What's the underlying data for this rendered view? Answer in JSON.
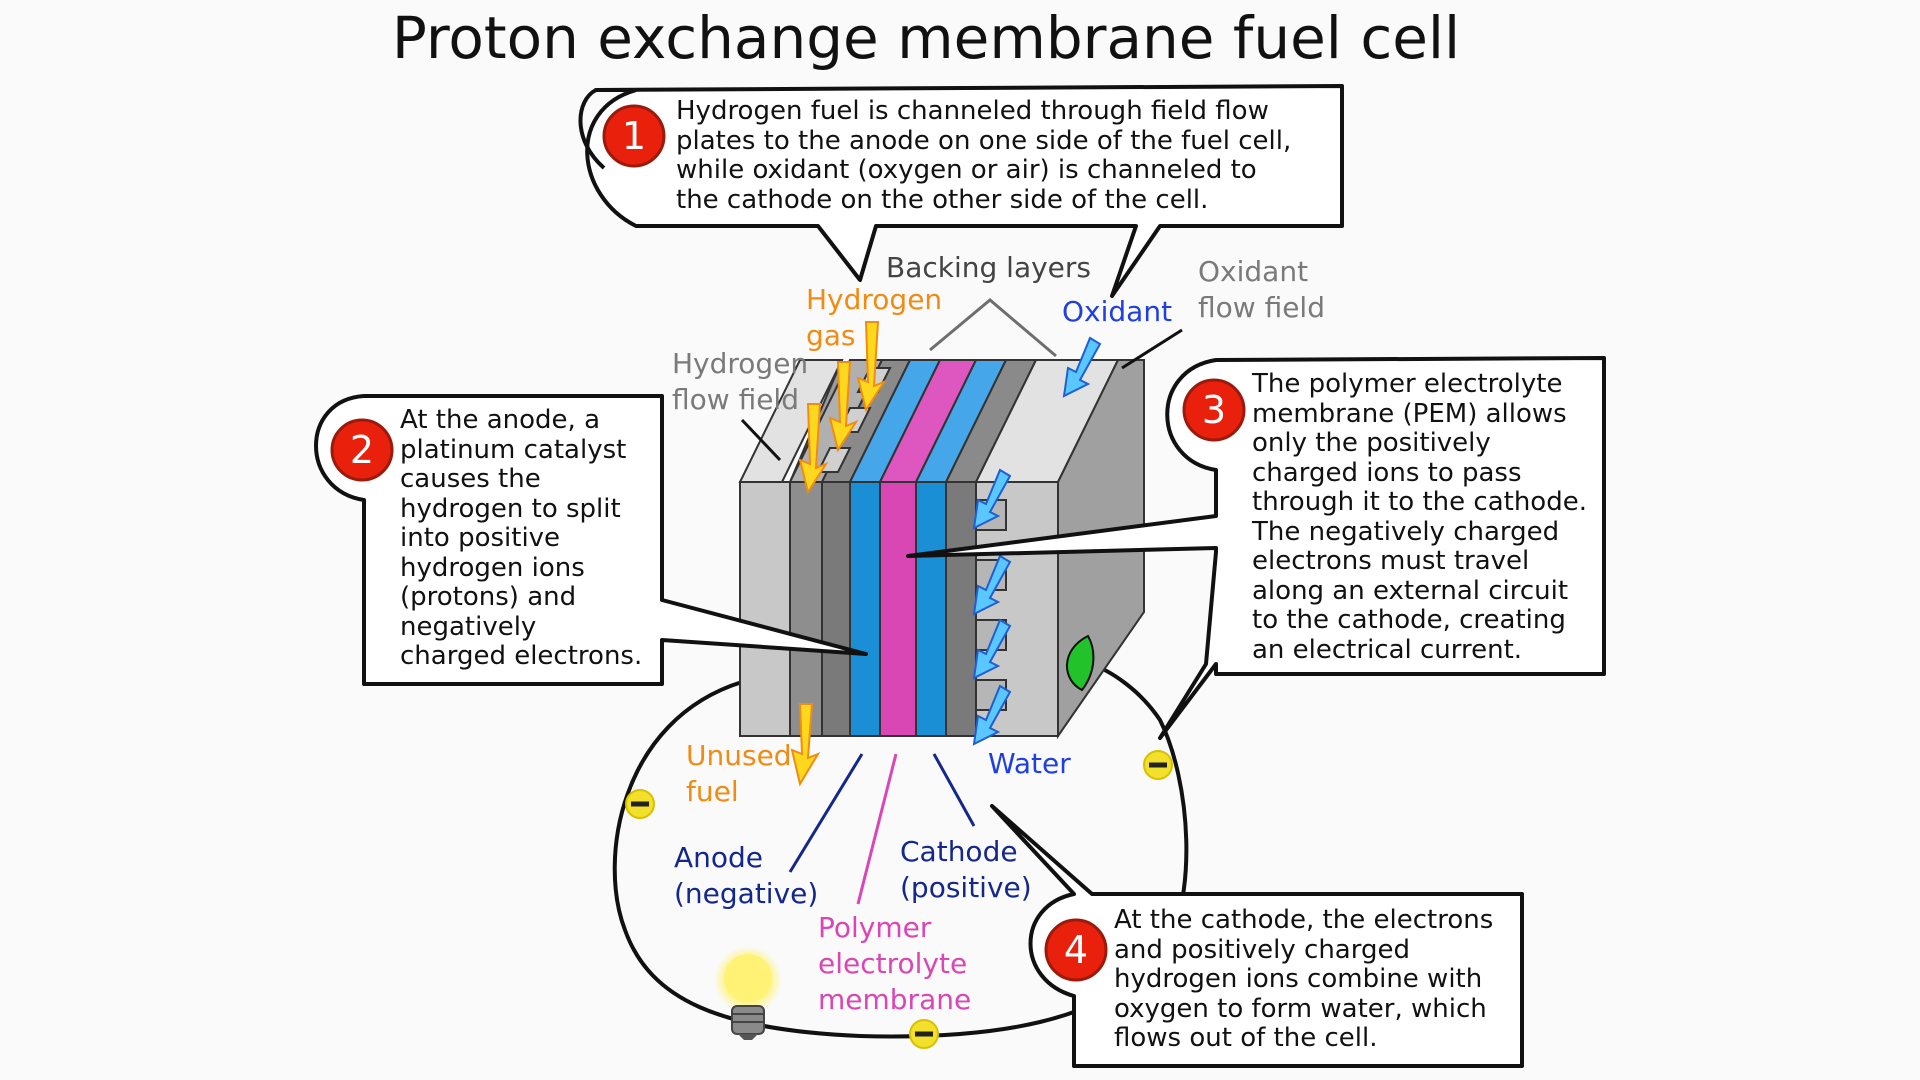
{
  "title": "Proton exchange membrane fuel cell",
  "callouts": [
    {
      "number": "1",
      "text": "Hydrogen fuel is channeled through field flow plates to the anode on one side of the fuel cell, while oxidant (oxygen or air) is channeled to the cathode on the other side of the cell."
    },
    {
      "number": "2",
      "text": "At the anode, a platinum catalyst causes the hydrogen to split into positive hydrogen ions (protons) and negatively charged electrons."
    },
    {
      "number": "3",
      "text": "The polymer electrolyte membrane (PEM) allows only the positively charged ions to pass through it to the cathode. The negatively charged electrons must travel along an external circuit to the cathode, creating an electrical current."
    },
    {
      "number": "4",
      "text": "At the cathode, the electrons and positively charged hydrogen ions combine with oxygen to form water, which flows out of the cell."
    }
  ],
  "labels": {
    "backing_layers": "Backing layers",
    "hydrogen_gas_1": "Hydrogen",
    "hydrogen_gas_2": "gas",
    "oxidant": "Oxidant",
    "oxidant_flow_field_1": "Oxidant",
    "oxidant_flow_field_2": "flow field",
    "hydrogen_flow_field_1": "Hydrogen",
    "hydrogen_flow_field_2": "flow field",
    "unused_fuel_1": "Unused",
    "unused_fuel_2": "fuel",
    "water": "Water",
    "anode_1": "Anode",
    "anode_2": "(negative)",
    "cathode_1": "Cathode",
    "cathode_2": "(positive)",
    "pem_1": "Polymer",
    "pem_2": "electrolyte",
    "pem_3": "membrane"
  },
  "colors": {
    "callout_badge": "#e8200c",
    "hydrogen": "#f08c14",
    "oxidant": "#1f3fe0",
    "anode_label": "#14288c",
    "membrane": "#d847b4",
    "electron": "#f2e02a",
    "electrode_blue": "#1b8fd6",
    "plate_gray": "#c8c8c8"
  },
  "icons": [
    "electron-icon",
    "light-bulb-icon",
    "hydrogen-arrow-icon",
    "oxidant-arrow-icon"
  ]
}
